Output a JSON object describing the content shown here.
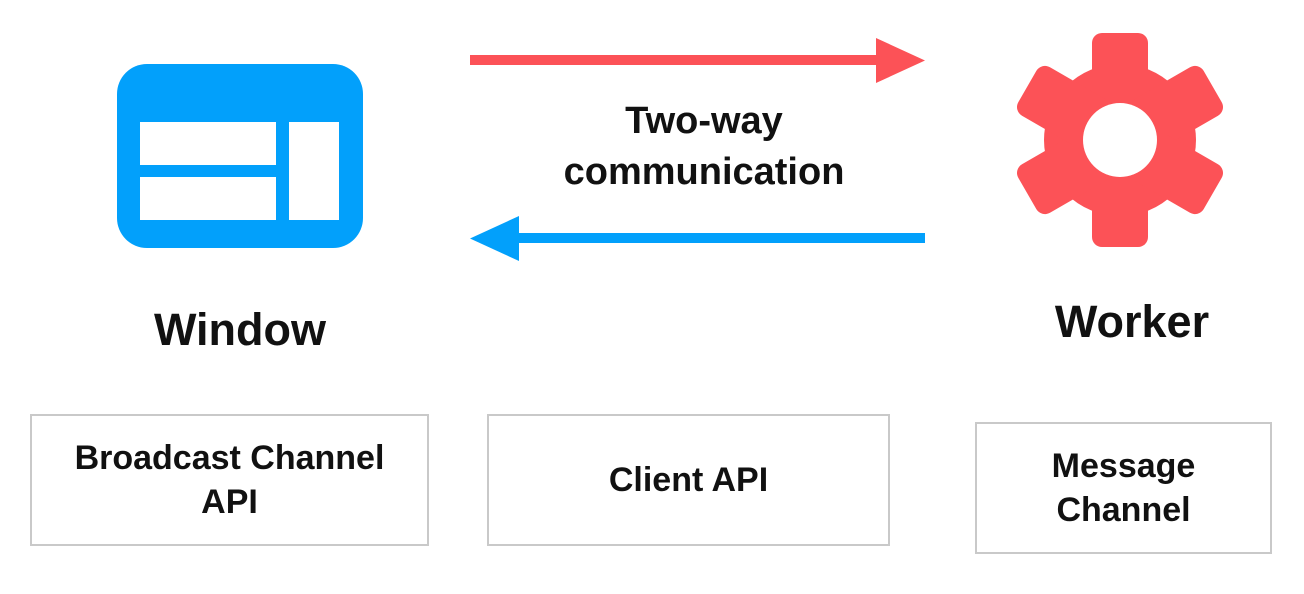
{
  "colors": {
    "blue": "#02a0fb",
    "red": "#fc5257",
    "box_border": "#c9c9c9",
    "text": "#111111"
  },
  "diagram": {
    "title": "Two-way communication",
    "window_node": {
      "label": "Window",
      "icon": "browser-window-icon"
    },
    "worker_node": {
      "label": "Worker",
      "icon": "gear-icon"
    },
    "arrows": [
      {
        "name": "window-to-worker",
        "direction": "right",
        "color": "#fc5257"
      },
      {
        "name": "worker-to-window",
        "direction": "left",
        "color": "#02a0fb"
      }
    ],
    "boxes": [
      {
        "label": "Broadcast Channel API"
      },
      {
        "label": "Client API"
      },
      {
        "label": "Message Channel"
      }
    ]
  }
}
